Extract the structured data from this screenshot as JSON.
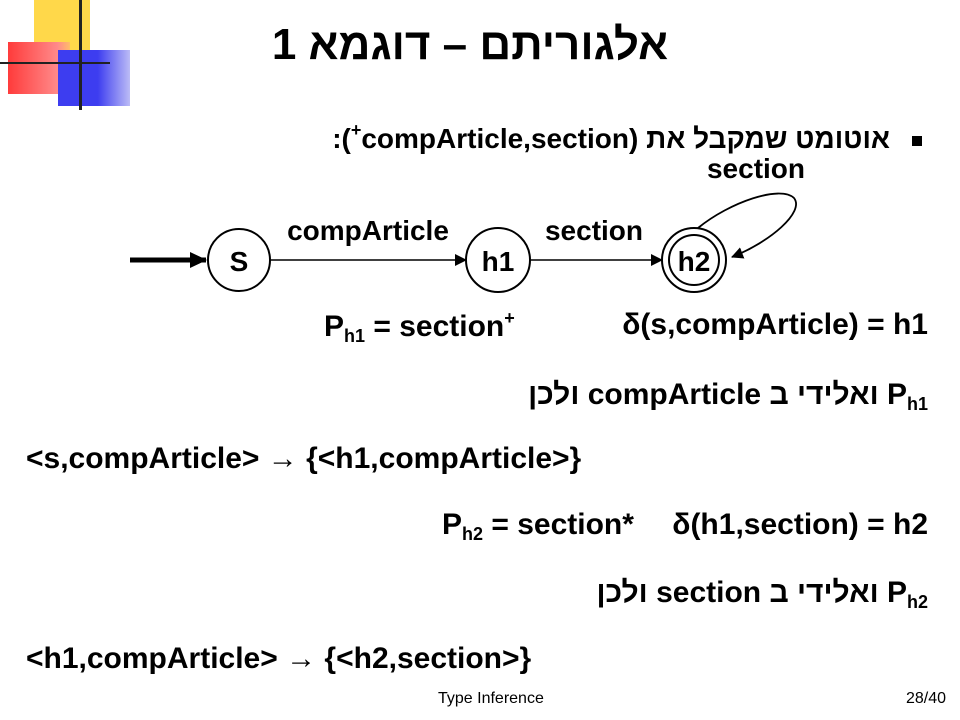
{
  "slide": {
    "title": "אלגוריתם – דוגמא 1",
    "bullet_text": "אוטומט שמקבל את (compArticle,section",
    "bullet_sup": "+",
    "bullet_end": "):"
  },
  "diagram": {
    "states": [
      "S",
      "h1",
      "h2"
    ],
    "edge_labels": [
      "compArticle",
      "section"
    ],
    "loop_label": "section"
  },
  "lines": {
    "l1_delta": "δ(s,compArticle) = h1",
    "l1_p": "P",
    "l1_p_sub": "h1",
    "l1_p_rest": " = section",
    "l1_p_sup": "+",
    "l2_p": "P",
    "l2_p_sub": "h1",
    "l2_rest": " ואלידי ב compArticle ולכן",
    "l3": "<s,compArticle>  →  {<h1,compArticle>}",
    "l4_p": "P",
    "l4_p_sub": "h2",
    "l4_p_rest": " = section*",
    "l4_delta": "δ(h1,section) = h2",
    "l5_p": "P",
    "l5_p_sub": "h2",
    "l5_rest": " ואלידי ב section ולכן",
    "l6": "<h1,compArticle>  →  {<h2,section>}"
  },
  "footer": {
    "title": "Type Inference",
    "page": "28/40"
  }
}
